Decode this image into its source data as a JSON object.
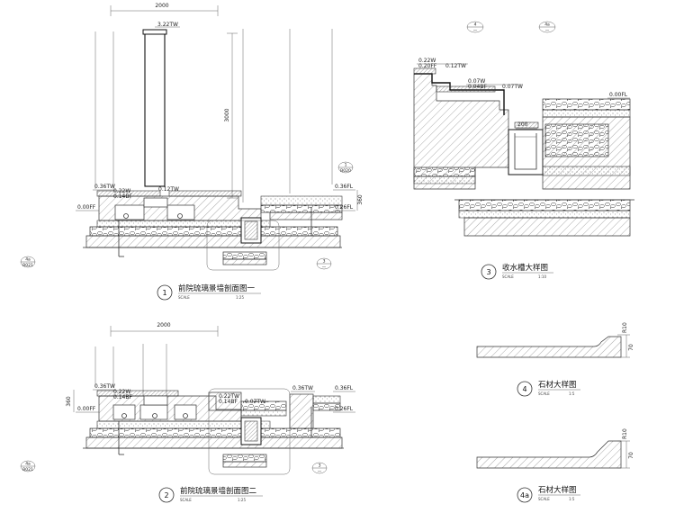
{
  "drawings": {
    "d1": {
      "number": "1",
      "title": "前院琉璃景墙剖面图一",
      "scale_label": "SCALE",
      "scale_value": "1:25"
    },
    "d2": {
      "number": "2",
      "title": "前院琉璃景墙剖面图二",
      "scale_label": "SCALE",
      "scale_value": "1:25"
    },
    "d3": {
      "number": "3",
      "title": "收水槽大样图",
      "scale_label": "SCALE",
      "scale_value": "1:10"
    },
    "d4": {
      "number": "4",
      "title": "石材大样图",
      "scale_label": "SCALE",
      "scale_value": "1:5"
    },
    "d4a": {
      "number": "4a",
      "title": "石材大样图",
      "scale_label": "SCALE",
      "scale_value": "1:5"
    }
  },
  "dims": {
    "top_width": "2000",
    "mid_width": "2000",
    "column_height": "3000",
    "side_360_a": "360",
    "side_360_b": "360",
    "slot_200": "200",
    "stone_r10_a": "R10",
    "stone_70_a": "70",
    "stone_r10_b": "R10",
    "stone_70_b": "70"
  },
  "levels": {
    "s1_top": "3.22TW",
    "s1_l036": "0.36TW",
    "s1_l022": "0.22W",
    "s1_l014": "0.14BF",
    "s1_l012": "0.12TW",
    "s1_l000": "0.00FF",
    "s1_r036": "0.36FL",
    "s1_r026": "0.26FL",
    "s2_l036": "0.36TW",
    "s2_l022": "0.22W",
    "s2_l014": "0.14BF",
    "s2_l000": "0.00FF",
    "s2_m022": "0.22TW",
    "s2_m014": "0.14BF",
    "s2_m007": "0.07TW",
    "s2_r036a": "0.36TW",
    "s2_r036b": "0.36FL",
    "s2_r026": "0.26FL",
    "s3_022": "0.22W",
    "s3_020": "0.20FF",
    "s3_012": "0.12TW",
    "s3_007a": "0.07W",
    "s3_004": "0.04BF",
    "s3_007b": "0.07TW",
    "s3_000": "0.00FL"
  },
  "refs": {
    "r1_top": "1",
    "r1_bot": "B020",
    "r3_top": "3",
    "r3_bot": "—",
    "r4_top": "4",
    "r4_bot": "—",
    "r4a_top": "4a",
    "r4a_bot": "—",
    "side1_top": "4a",
    "side1_bot": "B021",
    "side2_top": "4a",
    "side2_bot": "B021",
    "r3b_top": "3",
    "r3b_bot": "—"
  }
}
